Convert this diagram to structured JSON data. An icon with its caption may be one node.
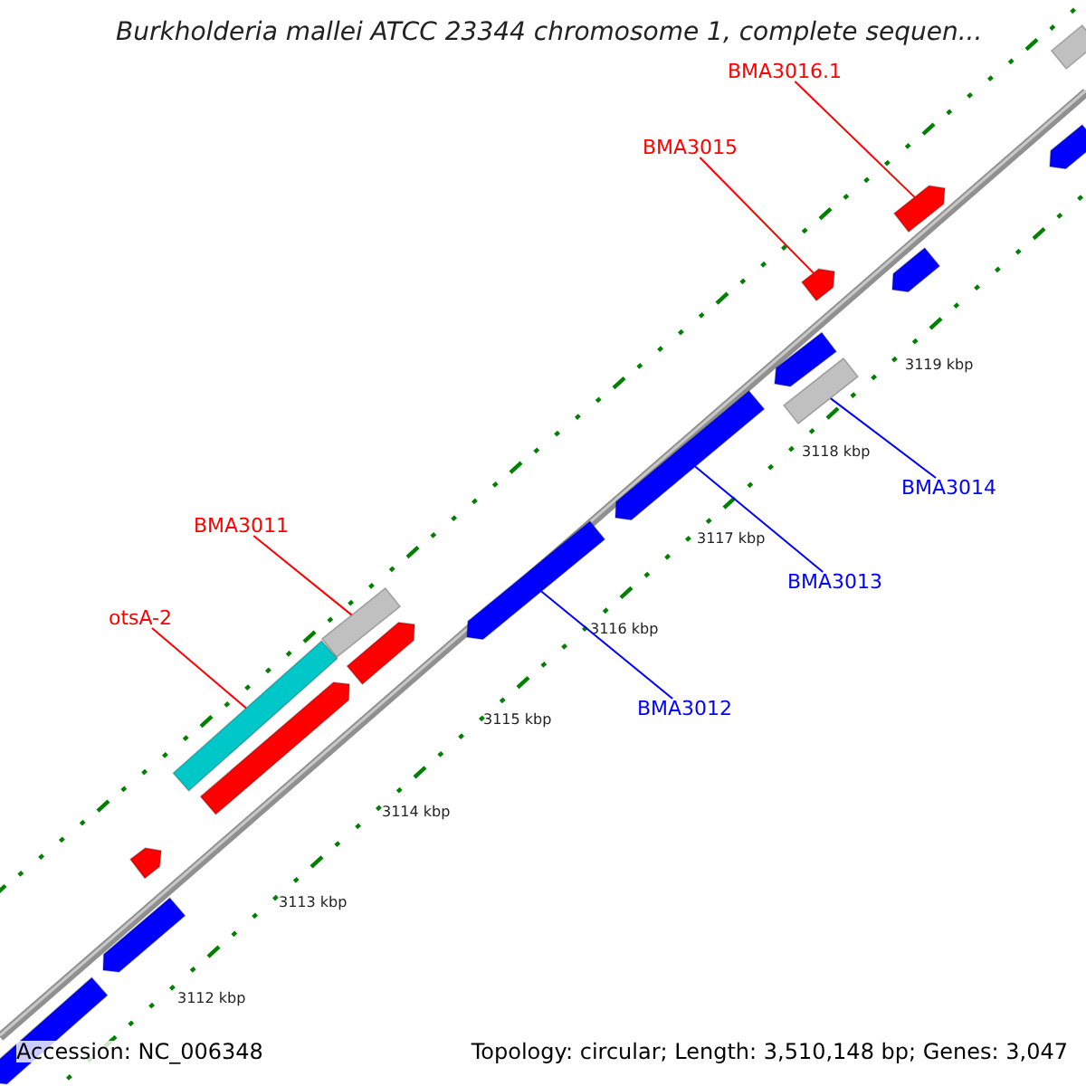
{
  "diagram": {
    "title": "Burkholderia mallei ATCC 23344 chromosome 1, complete sequen...",
    "nodes": [
      {
        "text": [
          "BMA3016.1"
        ]
      },
      {
        "text": [
          "BMA3015"
        ]
      },
      {
        "text": [
          "BMA3014"
        ]
      },
      {
        "text": [
          "BMA3011"
        ]
      },
      {
        "text": [
          "BMA3013"
        ]
      },
      {
        "text": [
          "otsA-2"
        ]
      },
      {
        "text": [
          "BMA3012"
        ]
      },
      {
        "text": [],
        "shape": "bar"
      },
      {
        "text": [],
        "shape": "bar"
      },
      {
        "text": [],
        "shape": "bar"
      },
      {
        "text": [],
        "shape": "bar"
      },
      {
        "text": [],
        "shape": "bar"
      },
      {
        "text": [],
        "shape": "bar"
      },
      {
        "text": [],
        "shape": "bar"
      },
      {
        "text": [],
        "shape": "bar"
      },
      {
        "text": [],
        "shape": "bar"
      },
      {
        "text": [],
        "shape": "bar"
      },
      {
        "text": [],
        "shape": "bar"
      },
      {
        "text": [],
        "shape": "bar"
      },
      {
        "text": [],
        "shape": "bar"
      },
      {
        "text": [],
        "shape": "bar"
      },
      {
        "text": [],
        "shape": "bar"
      },
      {
        "text": [],
        "shape": "bar"
      }
    ],
    "edges": [
      {
        "from": 0,
        "to": 7,
        "arrow": "none"
      },
      {
        "from": 1,
        "to": 8,
        "arrow": "none"
      },
      {
        "from": 2,
        "to": 9,
        "arrow": "none",
        "color": "#0000ff"
      },
      {
        "from": 3,
        "to": 10,
        "arrow": "none"
      },
      {
        "from": 4,
        "to": 11,
        "arrow": "none",
        "color": "#0000ff"
      },
      {
        "from": 5,
        "to": 12,
        "arrow": "none"
      },
      {
        "from": 6,
        "to": 13,
        "arrow": "none",
        "color": "#0000ff"
      }
    ],
    "labels": [
      "3119 kbp",
      "3118 kbp",
      "3117 kbp",
      "3116 kbp",
      "3115 kbp",
      "3114 kbp",
      "3113 kbp",
      "3112 kbp",
      "Accession: NC_006348",
      "Topology: circular; Length: 3,510,148 bp; Genes: 3,047"
    ]
  }
}
